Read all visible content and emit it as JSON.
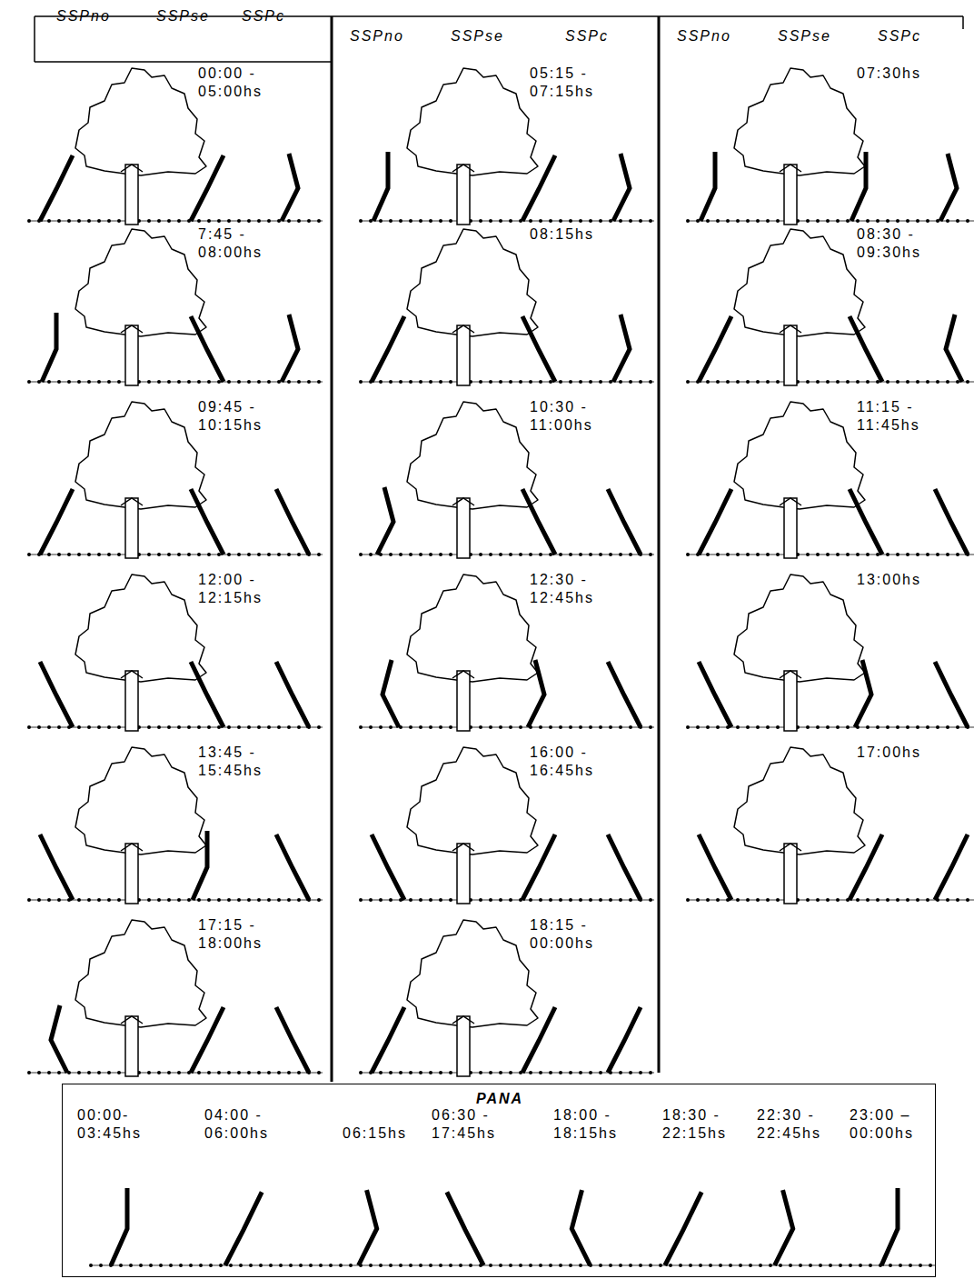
{
  "diagram": {
    "nodes": [
      {
        "text": [
          "PANA",
          "00:00- 03:45hs",
          "04:00 - 06:00hs",
          "06:15hs",
          "06:30 - 17:45hs",
          "18:00 - 18:15hs",
          "18:30 - 22:15hs",
          "22:30 - 22:45hs",
          "23:00 – 00:00hs"
        ]
      }
    ],
    "labels": [
      "SSPno",
      "SSPse",
      "SSPc",
      "SSPno",
      "SSPse",
      "SSPc",
      "SSPno",
      "SSPse",
      "SSPc",
      "00:00 - 05:00hs",
      "05:15 - 07:15hs",
      "07:30hs",
      "7:45 - 08:00hs",
      "08:15hs",
      "08:30 - 09:30hs",
      "09:45 - 10:15hs",
      "10:30 - 11:00hs",
      "11:15 - 11:45hs",
      "12:00 - 12:15hs",
      "12:30 - 12:45hs",
      "13:00hs",
      "13:45 - 15:45hs",
      "16:00 - 16:45hs",
      "17:00hs",
      "17:15 - 18:00hs",
      "18:15 - 00:00hs"
    ]
  }
}
